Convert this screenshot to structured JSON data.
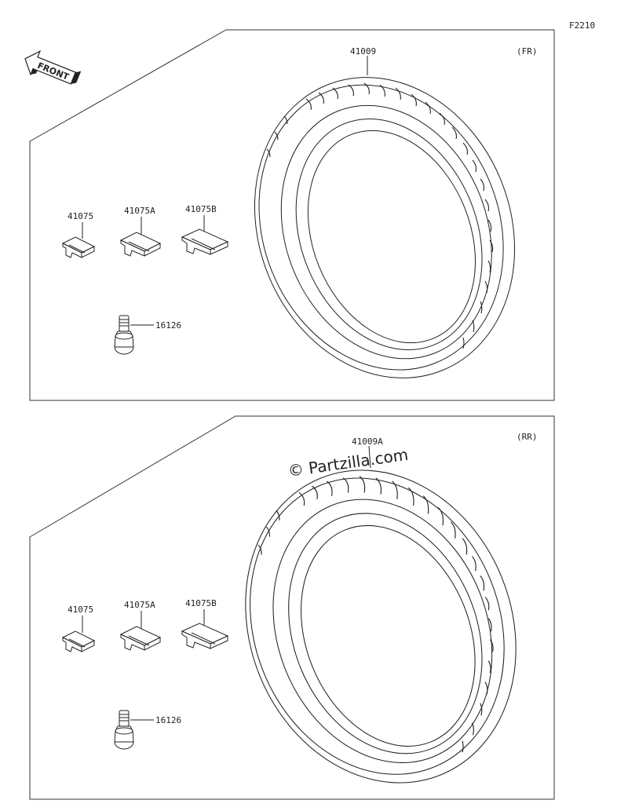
{
  "figure_code": "F2210",
  "watermark": "© Partzilla.com",
  "front_arrow_label": "FRONT",
  "panels": [
    {
      "position_tag": "(FR)",
      "tire_part": "41009",
      "weights": [
        "41075",
        "41075A",
        "41075B"
      ],
      "valve_part": "16126"
    },
    {
      "position_tag": "(RR)",
      "tire_part": "41009A",
      "weights": [
        "41075",
        "41075A",
        "41075B"
      ],
      "valve_part": "16126"
    }
  ]
}
